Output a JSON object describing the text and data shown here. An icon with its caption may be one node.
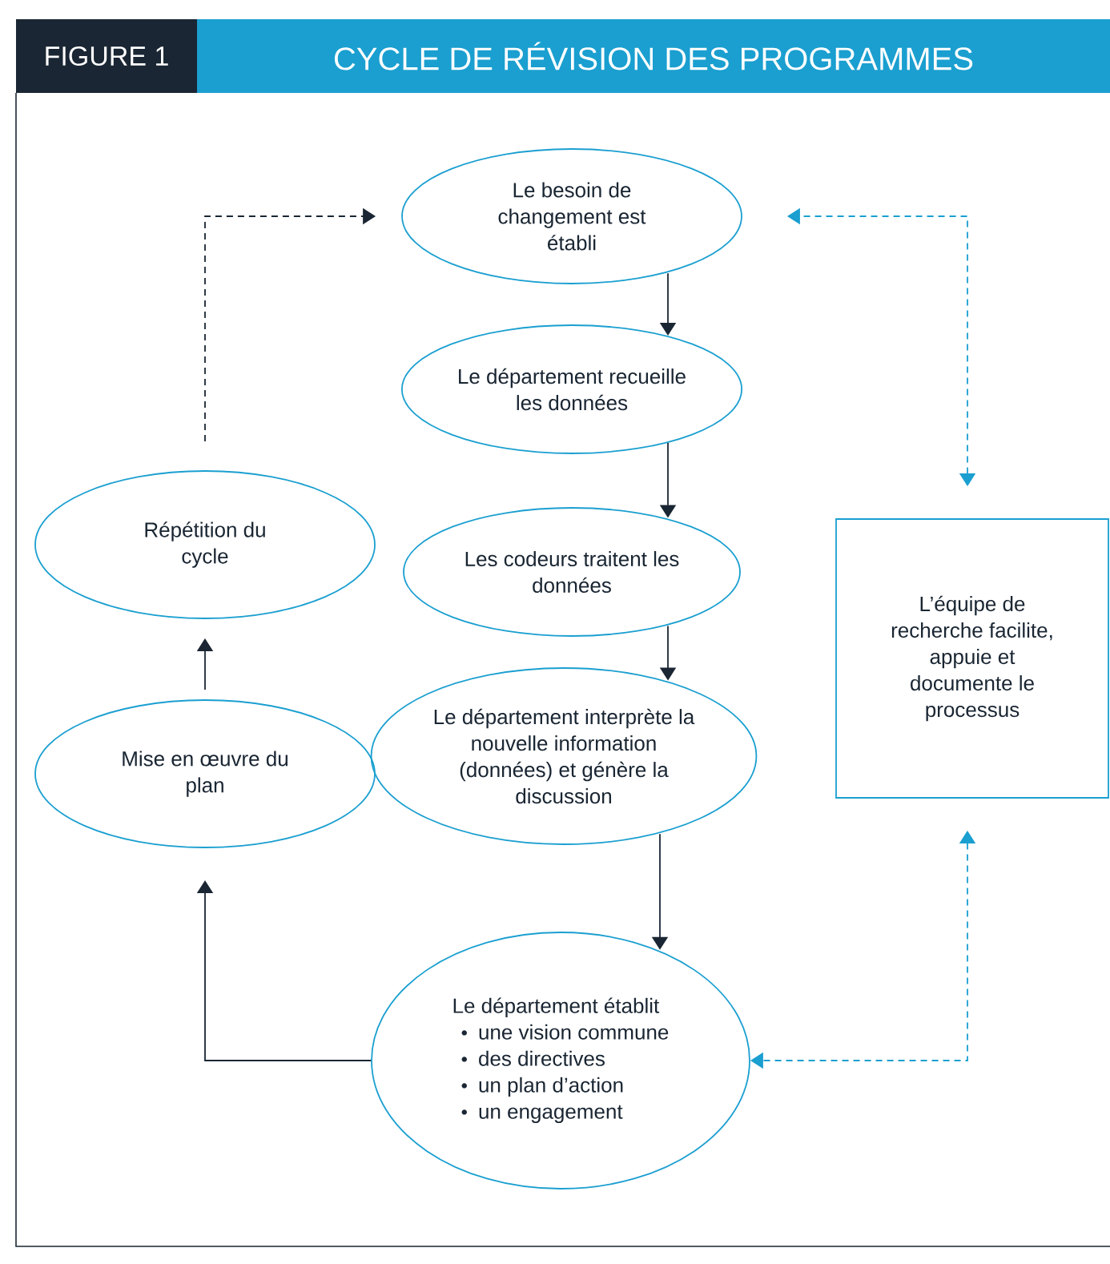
{
  "diagram": {
    "title": "CYCLE DE RÉVISION DES PROGRAMMES",
    "nodes": [
      {
        "text": [
          "Le besoin de changement est établi"
        ]
      },
      {
        "text": [
          "Le département recueille les données"
        ]
      },
      {
        "text": [
          "Les codeurs traitent les données"
        ]
      },
      {
        "text": [
          "Le département interprète la nouvelle information (données) et génère la discussion"
        ]
      },
      {
        "text": [
          "Le département établit",
          "une vision commune",
          "des directives",
          "un plan d’action",
          "un engagement"
        ]
      },
      {
        "text": [
          "Répétition du cycle"
        ]
      },
      {
        "text": [
          "Mise en œuvre du plan"
        ]
      },
      {
        "text": [
          "L’équipe de recherche facilite, appuie et documente le processus"
        ]
      }
    ],
    "edges": [
      {
        "from": 0,
        "to": 1,
        "arrow": "to"
      },
      {
        "from": 1,
        "to": 2,
        "arrow": "to"
      },
      {
        "from": 2,
        "to": 3,
        "arrow": "to"
      },
      {
        "from": 3,
        "to": 4,
        "arrow": "to"
      },
      {
        "from": 4,
        "to": 6,
        "arrow": "to"
      },
      {
        "from": 6,
        "to": 5,
        "arrow": "to"
      },
      {
        "from": 5,
        "to": 0,
        "arrow": "to",
        "style": "dashed"
      },
      {
        "from": 7,
        "to": 0,
        "arrow": "both",
        "style": "dashed",
        "color": "#1a9fd0"
      },
      {
        "from": 7,
        "to": 4,
        "arrow": "both",
        "style": "dashed",
        "color": "#1a9fd0"
      }
    ],
    "labels": [
      "FIGURE 1"
    ]
  }
}
